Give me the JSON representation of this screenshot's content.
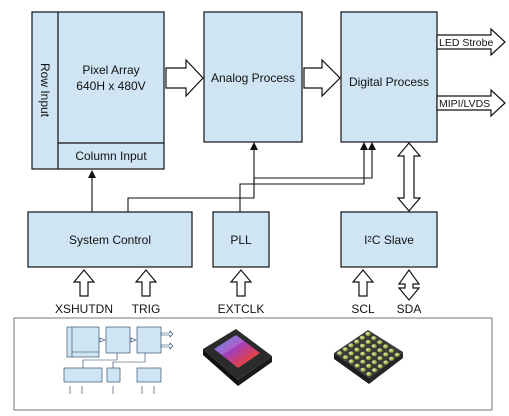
{
  "blocks": {
    "row_input": "Row Input",
    "pixel_array_line1": "Pixel Array",
    "pixel_array_line2": "640H x 480V",
    "column_input": "Column Input",
    "analog_process": "Analog Process",
    "digital_process": "Digital Process",
    "system_control": "System Control",
    "pll": "PLL",
    "i2c_slave_prefix": "I",
    "i2c_slave_sup": "2",
    "i2c_slave_suffix": "C Slave"
  },
  "outputs": {
    "led_strobe": "LED Strobe",
    "mipi_lvds": "MIPI/LVDS"
  },
  "inputs": {
    "xshutdn": "XSHUTDN",
    "trig": "TRIG",
    "extclk": "EXTCLK",
    "scl": "SCL",
    "sda": "SDA"
  },
  "colors": {
    "block_fill": "#cfe5f4",
    "stroke": "#111111",
    "sensor_gradient": [
      "#3a6fd8",
      "#9b3fc2",
      "#e2404a",
      "#f0a030"
    ],
    "package_green": "#8fb02a"
  }
}
